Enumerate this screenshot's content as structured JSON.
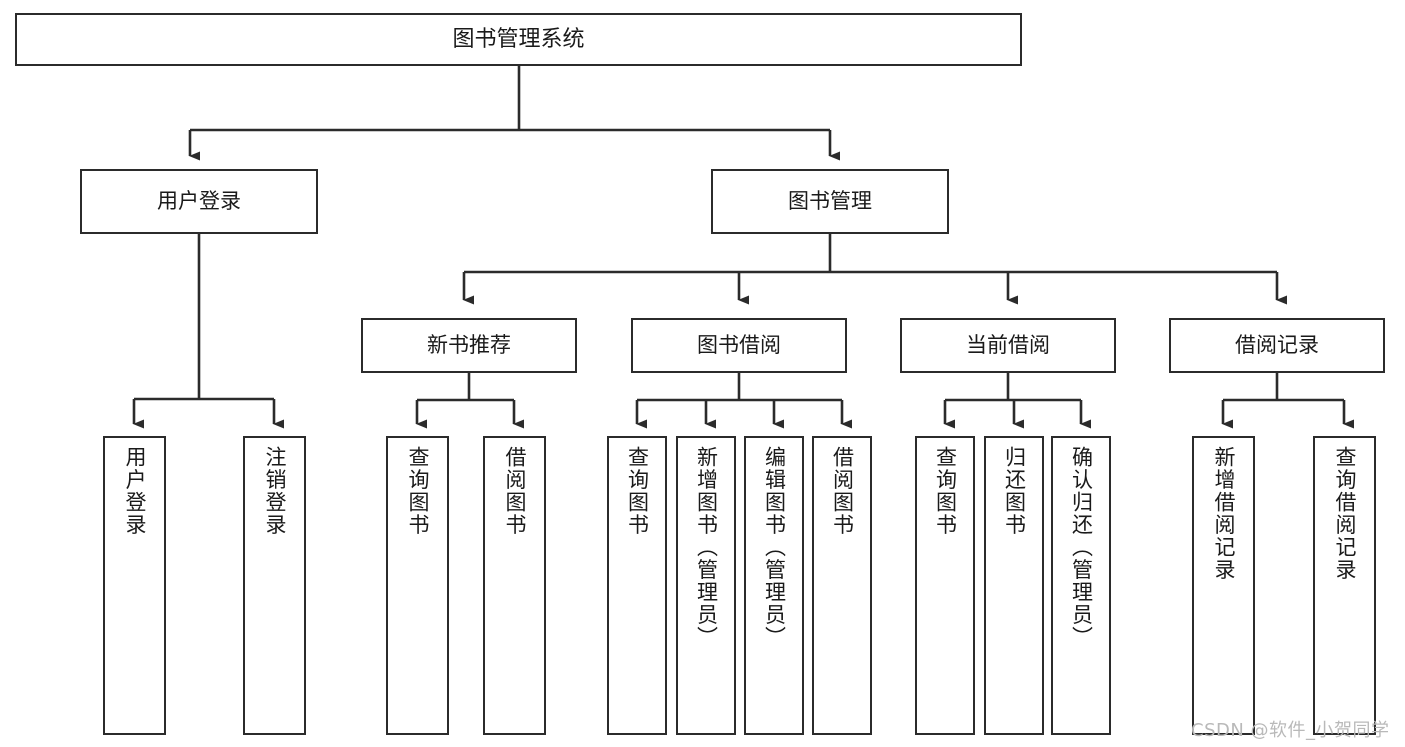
{
  "diagram": {
    "title": "图书管理系统",
    "type": "tree-hierarchy",
    "orientation": "top-down",
    "stroke_color": "#2b2b2b",
    "background_color": "#ffffff",
    "nodes": {
      "root": {
        "label": "图书管理系统",
        "level": 1
      },
      "user_login": {
        "label": "用户登录",
        "level": 2
      },
      "book_manage": {
        "label": "图书管理",
        "level": 2
      },
      "new_book_rec": {
        "label": "新书推荐",
        "level": 3
      },
      "book_borrow": {
        "label": "图书借阅",
        "level": 3
      },
      "current_borrow": {
        "label": "当前借阅",
        "level": 3
      },
      "borrow_record": {
        "label": "借阅记录",
        "level": 3
      },
      "leaf_user_login": {
        "label": "用户登录",
        "level": 4
      },
      "leaf_logout": {
        "label": "注销登录",
        "level": 4
      },
      "leaf_query_book_1": {
        "label": "查询图书",
        "level": 4
      },
      "leaf_borrow_book_1": {
        "label": "借阅图书",
        "level": 4
      },
      "leaf_query_book_2": {
        "label": "查询图书",
        "level": 4
      },
      "leaf_add_book": {
        "label": "新增图书（管理员）",
        "level": 4
      },
      "leaf_edit_book": {
        "label": "编辑图书（管理员）",
        "level": 4
      },
      "leaf_borrow_book_2": {
        "label": "借阅图书",
        "level": 4
      },
      "leaf_query_book_3": {
        "label": "查询图书",
        "level": 4
      },
      "leaf_return_book": {
        "label": "归还图书",
        "level": 4
      },
      "leaf_confirm_return": {
        "label": "确认归还（管理员）",
        "level": 4
      },
      "leaf_add_record": {
        "label": "新增借阅记录",
        "level": 4
      },
      "leaf_query_record": {
        "label": "查询借阅记录",
        "level": 4
      }
    },
    "edges": [
      {
        "from": "root",
        "to": "user_login"
      },
      {
        "from": "root",
        "to": "book_manage"
      },
      {
        "from": "user_login",
        "to": "leaf_user_login"
      },
      {
        "from": "user_login",
        "to": "leaf_logout"
      },
      {
        "from": "book_manage",
        "to": "new_book_rec"
      },
      {
        "from": "book_manage",
        "to": "book_borrow"
      },
      {
        "from": "book_manage",
        "to": "current_borrow"
      },
      {
        "from": "book_manage",
        "to": "borrow_record"
      },
      {
        "from": "new_book_rec",
        "to": "leaf_query_book_1"
      },
      {
        "from": "new_book_rec",
        "to": "leaf_borrow_book_1"
      },
      {
        "from": "book_borrow",
        "to": "leaf_query_book_2"
      },
      {
        "from": "book_borrow",
        "to": "leaf_add_book"
      },
      {
        "from": "book_borrow",
        "to": "leaf_edit_book"
      },
      {
        "from": "book_borrow",
        "to": "leaf_borrow_book_2"
      },
      {
        "from": "current_borrow",
        "to": "leaf_query_book_3"
      },
      {
        "from": "current_borrow",
        "to": "leaf_return_book"
      },
      {
        "from": "current_borrow",
        "to": "leaf_confirm_return"
      },
      {
        "from": "borrow_record",
        "to": "leaf_add_record"
      },
      {
        "from": "borrow_record",
        "to": "leaf_query_record"
      }
    ]
  },
  "watermark": {
    "text": "CSDN @软件_小贺同学"
  }
}
